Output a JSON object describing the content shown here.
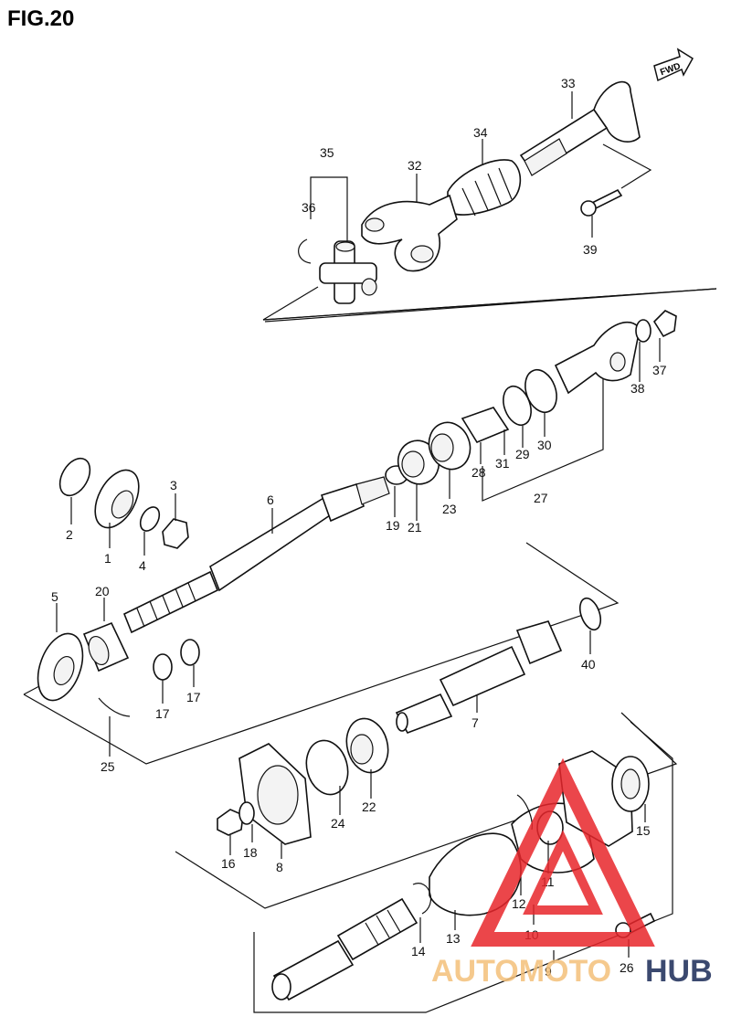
{
  "figure": {
    "title": "FIG.20",
    "fwd_label": "FWD"
  },
  "watermark": {
    "part1": "AUTOMOTO",
    "part2": "HUB",
    "triangle_color": "#e8262b"
  },
  "callouts": {
    "p1": "1",
    "p2": "2",
    "p3": "3",
    "p4": "4",
    "p5": "5",
    "p6": "6",
    "p7": "7",
    "p8": "8",
    "p9": "9",
    "p10": "10",
    "p11": "11",
    "p12": "12",
    "p13": "13",
    "p14": "14",
    "p15": "15",
    "p16": "16",
    "p17a": "17",
    "p17b": "17",
    "p18": "18",
    "p19": "19",
    "p20": "20",
    "p21": "21",
    "p22": "22",
    "p23": "23",
    "p24": "24",
    "p25": "25",
    "p26": "26",
    "p27": "27",
    "p28": "28",
    "p29": "29",
    "p30": "30",
    "p31": "31",
    "p32": "32",
    "p33": "33",
    "p34": "34",
    "p35": "35",
    "p36": "36",
    "p37": "37",
    "p38": "38",
    "p39": "39",
    "p40": "40"
  }
}
